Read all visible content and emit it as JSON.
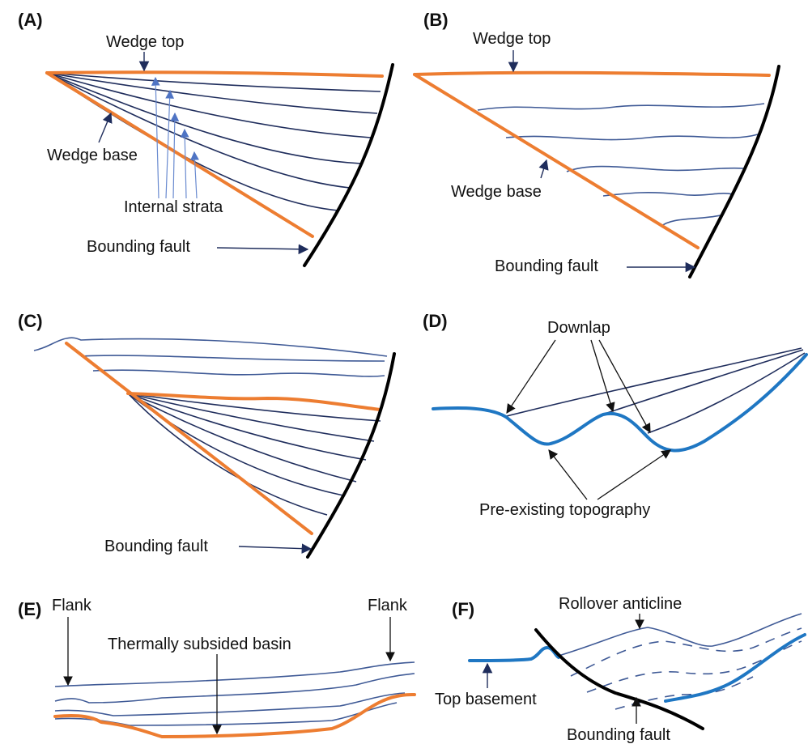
{
  "panels": {
    "a": {
      "tag": "(A)",
      "wedge_top": "Wedge top",
      "wedge_base": "Wedge base",
      "internal_strata": "Internal strata",
      "bounding_fault": "Bounding fault"
    },
    "b": {
      "tag": "(B)",
      "wedge_top": "Wedge top",
      "wedge_base": "Wedge base",
      "bounding_fault": "Bounding fault"
    },
    "c": {
      "tag": "(C)",
      "bounding_fault": "Bounding fault"
    },
    "d": {
      "tag": "(D)",
      "downlap": "Downlap",
      "pre_existing_topography": "Pre-existing topography"
    },
    "e": {
      "tag": "(E)",
      "flank_left": "Flank",
      "flank_right": "Flank",
      "basin": "Thermally subsided basin"
    },
    "f": {
      "tag": "(F)",
      "rollover": "Rollover anticline",
      "top_basement": "Top basement",
      "bounding_fault": "Bounding fault"
    }
  },
  "colors": {
    "wedge_boundary": "#ED7D31",
    "fault": "#000000",
    "strata": "#1F2D5C",
    "basement": "#1F77C3"
  }
}
